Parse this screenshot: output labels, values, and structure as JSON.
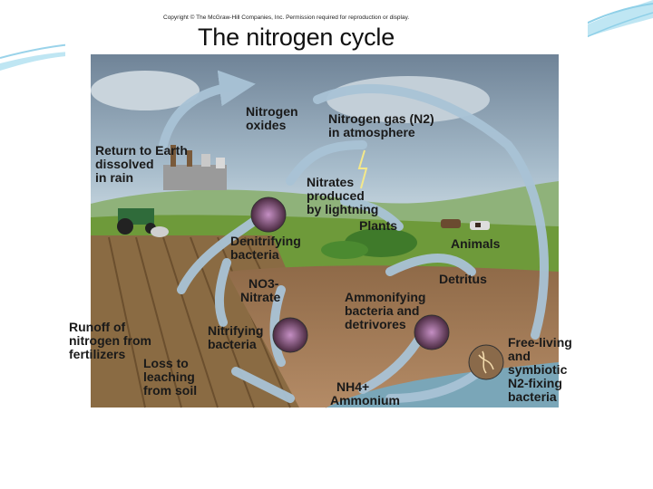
{
  "slide": {
    "copyright": "Copyright © The McGraw-Hill Companies, Inc. Permission required for reproduction or display.",
    "title": "The nitrogen cycle"
  },
  "labels": {
    "nitrogen_oxides": "Nitrogen\noxides",
    "nitrogen_gas": "Nitrogen gas (N2)\nin atmosphere",
    "return_to_earth": "Return to Earth\ndissolved\nin rain",
    "nitrates_lightning": "Nitrates\nproduced\nby lightning",
    "plants": "Plants",
    "animals": "Animals",
    "denitrifying": "Denitrifying\nbacteria",
    "detritus": "Detritus",
    "no3": "NO3-",
    "nitrate": "Nitrate",
    "ammonifying": "Ammonifying\nbacteria and\ndetrivores",
    "runoff": "Runoff of\nnitrogen from\nfertilizers",
    "nitrifying": "Nitrifying\nbacteria",
    "loss_leaching": "Loss to\nleaching\nfrom soil",
    "nh4": "NH4+",
    "ammonium": "Ammonium",
    "free_living": "Free-living\nand\nsymbiotic\nN2-fixing\nbacteria"
  },
  "colors": {
    "arrow": "#a9c3d6",
    "sky": "#7d93a8",
    "grass": "#6e9a3a",
    "soil": "#a27b5a",
    "swoosh": "#8fd0e8"
  }
}
